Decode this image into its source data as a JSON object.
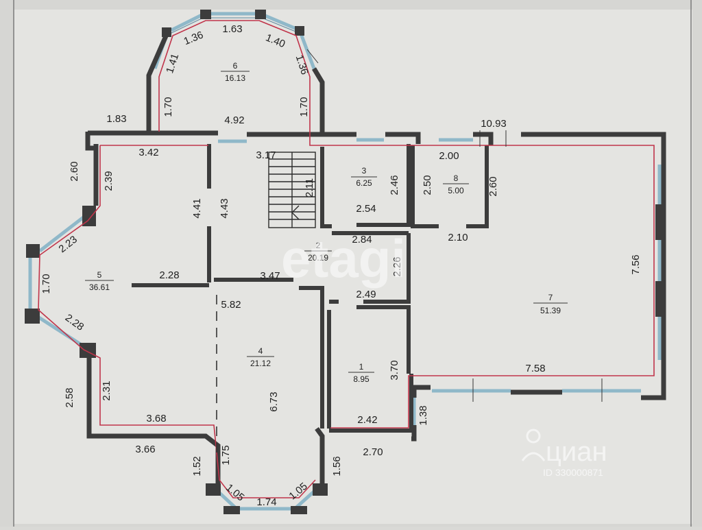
{
  "rooms": [
    {
      "num": "1",
      "area": "8.95"
    },
    {
      "num": "2",
      "area": "20.19"
    },
    {
      "num": "3",
      "area": "6.25"
    },
    {
      "num": "4",
      "area": "21.12"
    },
    {
      "num": "5",
      "area": "36.61"
    },
    {
      "num": "6",
      "area": "16.13"
    },
    {
      "num": "7",
      "area": "51.39"
    },
    {
      "num": "8",
      "area": "5.00"
    }
  ],
  "dimensions": {
    "d1_63": "1.63",
    "d1_36a": "1.36",
    "d1_40": "1.40",
    "d1_41": "1.41",
    "d1_36b": "1.36",
    "d1_70a": "1.70",
    "d1_70b": "1.70",
    "d1_83": "1.83",
    "d4_92": "4.92",
    "d10_93": "10.93",
    "d3_42": "3.42",
    "d3_17": "3.17",
    "d2_11": "2.11",
    "d2_60a": "2.60",
    "d2_39": "2.39",
    "d4_41": "4.41",
    "d4_43": "4.43",
    "d2_46": "2.46",
    "d2_54": "2.54",
    "d2_00": "2.00",
    "d2_50": "2.50",
    "d2_60b": "2.60",
    "d2_10": "2.10",
    "d2_84": "2.84",
    "d2_23": "2.23",
    "d1_70c": "1.70",
    "d2_28a": "2.28",
    "d3_47": "3.47",
    "d2_26": "2.26",
    "d7_56": "7.56",
    "d2_49": "2.49",
    "d5_82": "5.82",
    "d2_28b": "2.28",
    "d2_31": "2.31",
    "d6_73": "6.73",
    "d3_70": "3.70",
    "d7_58": "7.58",
    "d2_58": "2.58",
    "d3_68": "3.68",
    "d2_42": "2.42",
    "d1_38": "1.38",
    "d3_66": "3.66",
    "d2_70": "2.70",
    "d1_52": "1.52",
    "d1_75": "1.75",
    "d1_56": "1.56",
    "d1_05a": "1.05",
    "d1_74": "1.74",
    "d1_05b": "1.05"
  },
  "watermarks": {
    "etagi": "etagi",
    "cian": "циан",
    "cian_id": "ID 330000871"
  },
  "colors": {
    "wall": "#3c3c3c",
    "window": "#8fb8c9",
    "boundary": "#c0344a",
    "background": "#d9d9d6"
  }
}
